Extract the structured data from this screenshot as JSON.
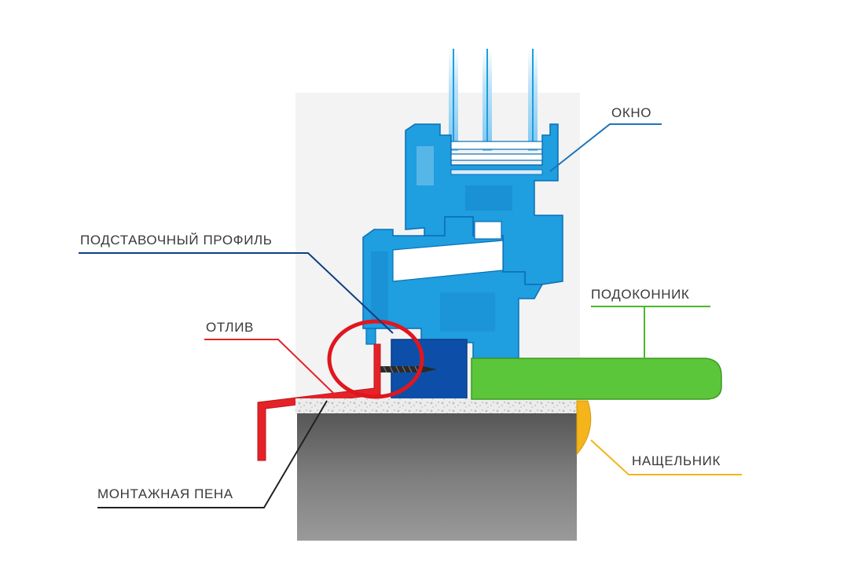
{
  "labels": {
    "window": "ОКНО",
    "sub_profile": "ПОДСТАВОЧНЫЙ ПРОФИЛЬ",
    "sill": "ПОДОКОННИК",
    "ebb": "ОТЛИВ",
    "trim": "НАЩЕЛЬНИК",
    "foam": "МОНТАЖНАЯ ПЕНА"
  },
  "colors": {
    "profile": "#1f9ee0",
    "profile_dark": "#0b6fb5",
    "glass": "#7cc6f0",
    "sub_profile": "#0d4fa8",
    "sill": "#5cc63a",
    "ebb": "#e52228",
    "trim": "#f4b41a",
    "wall": "#7a7a7a",
    "window_leader": "#1e73b8",
    "sub_profile_leader": "#0d3f85",
    "sill_leader": "#4cb82c",
    "foam_leader": "#222222",
    "highlight_ring": "#e0161e"
  }
}
